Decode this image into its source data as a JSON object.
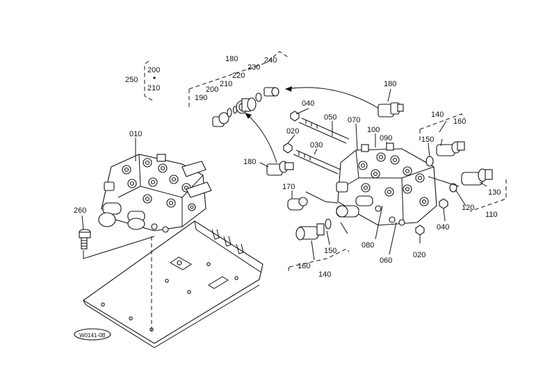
{
  "diagram": {
    "labels": {
      "p010": "010",
      "p020a": "020",
      "p020b": "020",
      "p030": "030",
      "p040a": "040",
      "p040b": "040",
      "p050": "050",
      "p060": "060",
      "p070": "070",
      "p080": "080",
      "p090": "090",
      "p100": "100",
      "p110": "110",
      "p120": "120",
      "p130": "130",
      "p140a": "140",
      "p140b": "140",
      "p150a": "150",
      "p150b": "150",
      "p160a": "160",
      "p160b": "160",
      "p170": "170",
      "p180a": "180",
      "p180b": "180",
      "p180c": "180",
      "p190": "190",
      "p200a": "200",
      "p200b": "200",
      "p210a": "210",
      "p210b": "210",
      "p220": "220",
      "p230": "230",
      "p240": "240",
      "p250": "250",
      "p260": "260"
    },
    "stamp": "W0141-0B"
  }
}
